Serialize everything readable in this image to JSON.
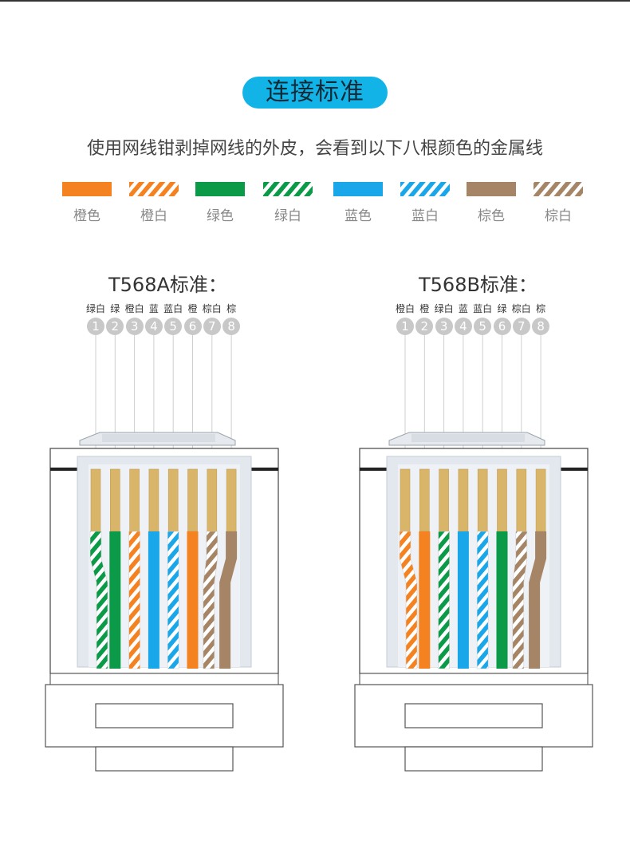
{
  "header": {
    "title": "连接标准",
    "subtitle": "使用网线钳剥掉网线的外皮，会看到以下八根颜色的金属线"
  },
  "colors": {
    "orange": "#f58220",
    "green": "#0a9a48",
    "blue": "#1aa7ea",
    "brown": "#a58565",
    "gold": "#d9b56a",
    "accent": "#12b4e8"
  },
  "legend": [
    {
      "label": "橙色",
      "color": "orange",
      "striped": false
    },
    {
      "label": "橙白",
      "color": "orange",
      "striped": true
    },
    {
      "label": "绿色",
      "color": "green",
      "striped": false
    },
    {
      "label": "绿白",
      "color": "green",
      "striped": true
    },
    {
      "label": "蓝色",
      "color": "blue",
      "striped": false
    },
    {
      "label": "蓝白",
      "color": "blue",
      "striped": true
    },
    {
      "label": "棕色",
      "color": "brown",
      "striped": false
    },
    {
      "label": "棕白",
      "color": "brown",
      "striped": true
    }
  ],
  "standards": [
    {
      "title": "T568A标准：",
      "pins": [
        {
          "label": "绿白",
          "number": "1",
          "color": "green",
          "striped": true
        },
        {
          "label": "绿",
          "number": "2",
          "color": "green",
          "striped": false
        },
        {
          "label": "橙白",
          "number": "3",
          "color": "orange",
          "striped": true
        },
        {
          "label": "蓝",
          "number": "4",
          "color": "blue",
          "striped": false
        },
        {
          "label": "蓝白",
          "number": "5",
          "color": "blue",
          "striped": true
        },
        {
          "label": "橙",
          "number": "6",
          "color": "orange",
          "striped": false
        },
        {
          "label": "棕白",
          "number": "7",
          "color": "brown",
          "striped": true
        },
        {
          "label": "棕",
          "number": "8",
          "color": "brown",
          "striped": false
        }
      ]
    },
    {
      "title": "T568B标准：",
      "pins": [
        {
          "label": "橙白",
          "number": "1",
          "color": "orange",
          "striped": true
        },
        {
          "label": "橙",
          "number": "2",
          "color": "orange",
          "striped": false
        },
        {
          "label": "绿白",
          "number": "3",
          "color": "green",
          "striped": true
        },
        {
          "label": "蓝",
          "number": "4",
          "color": "blue",
          "striped": false
        },
        {
          "label": "蓝白",
          "number": "5",
          "color": "blue",
          "striped": true
        },
        {
          "label": "绿",
          "number": "6",
          "color": "green",
          "striped": false
        },
        {
          "label": "棕白",
          "number": "7",
          "color": "brown",
          "striped": true
        },
        {
          "label": "棕",
          "number": "8",
          "color": "brown",
          "striped": false
        }
      ]
    }
  ]
}
